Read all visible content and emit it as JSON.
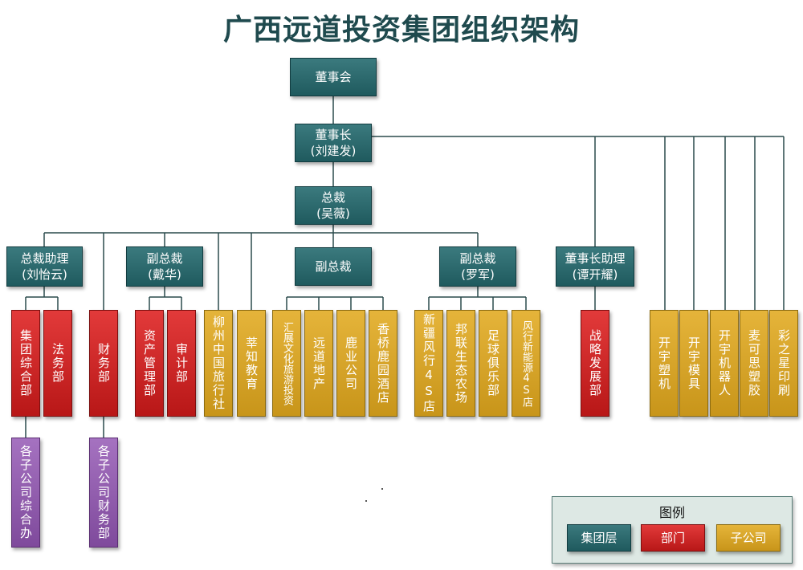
{
  "title": "广西远道投资集团组织架构",
  "board": "董事会",
  "chairman": {
    "title": "董事长",
    "name": "(刘建发)"
  },
  "president": {
    "title": "总裁",
    "name": "(吴薇)"
  },
  "assistant_president": {
    "title": "总裁助理",
    "name": "(刘怡云)"
  },
  "vp1": {
    "title": "副总裁",
    "name": "(戴华)"
  },
  "vp2": {
    "title": "副总裁"
  },
  "vp3": {
    "title": "副总裁",
    "name": "(罗军)"
  },
  "chairman_assistant": {
    "title": "董事长助理",
    "name": "(谭开耀)"
  },
  "departments": {
    "group_office": "集团综合部",
    "legal": "法务部",
    "finance": "财务部",
    "asset_mgmt": "资产管理部",
    "audit": "审计部",
    "strategy": "战略发展部"
  },
  "offices": {
    "subsidiary_office": "各子公司综合办",
    "subsidiary_finance": "各子公司财务部"
  },
  "subsidiaries": {
    "liuzhou_travel": "柳州中国旅行社",
    "xinzhi_edu": "莘知教育",
    "huizhan_culture": "汇展文化旅游投资",
    "yuandao_realestate": "远道地产",
    "luye": "鹿业公司",
    "xiangqiao_hotel": "香桥鹿园酒店",
    "xinjiang_4s": "新疆风行4S店",
    "banglian_farm": "邦联生态农场",
    "football_club": "足球俱乐部",
    "fengxing_ev_4s": "风行新能源4S店",
    "kaiyu_plastic": "开宇塑机",
    "kaiyu_mold": "开宇模具",
    "kaiyu_robot": "开宇机器人",
    "maike_plastic": "麦可思塑胶",
    "caizhixing_print": "彩之星印刷"
  },
  "legend": {
    "title": "图例",
    "group_level": "集团层",
    "department": "部门",
    "subsidiary": "子公司"
  },
  "colors": {
    "group_level": "#2b6b6f",
    "department": "#d22a2a",
    "subsidiary": "#d9a628",
    "subsidiary_office": "#8f5aad",
    "title": "#1f4a4e"
  }
}
